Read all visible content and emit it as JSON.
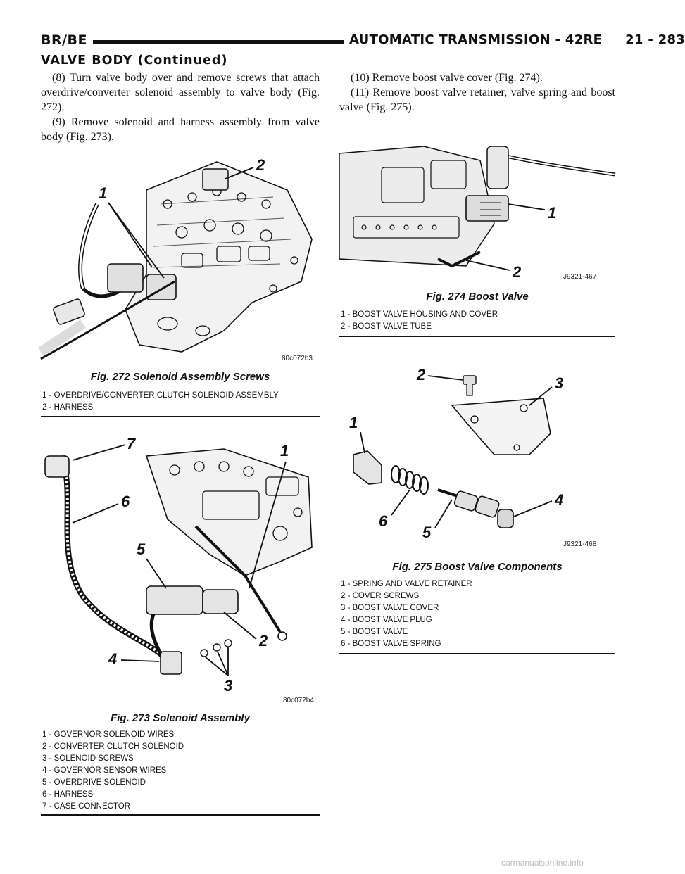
{
  "header": {
    "left": "BR/BE",
    "right": "AUTOMATIC TRANSMISSION - 42RE     21 - 283"
  },
  "section_title": "VALVE BODY (Continued)",
  "left_paragraphs": [
    "(8) Turn valve body over and remove screws that attach overdrive/converter solenoid assembly to valve body (Fig. 272).",
    "(9) Remove solenoid and harness assembly from valve body (Fig. 273)."
  ],
  "right_paragraphs": [
    "(10) Remove boost valve cover (Fig. 274).",
    "(11) Remove boost valve retainer, valve spring and boost valve (Fig. 275)."
  ],
  "fig272": {
    "caption": "Fig. 272 Solenoid Assembly Screws",
    "code": "80c072b3",
    "callouts": [
      "1",
      "2"
    ],
    "legend": [
      "1 - OVERDRIVE/CONVERTER CLUTCH SOLENOID ASSEMBLY",
      "2 - HARNESS"
    ]
  },
  "fig273": {
    "caption": "Fig. 273 Solenoid Assembly",
    "code": "80c072b4",
    "callouts": [
      "1",
      "2",
      "3",
      "4",
      "5",
      "6",
      "7"
    ],
    "legend": [
      "1 - GOVERNOR SOLENOID WIRES",
      "2 - CONVERTER CLUTCH SOLENOID",
      "3 - SOLENOID SCREWS",
      "4 - GOVERNOR SENSOR WIRES",
      "5 - OVERDRIVE SOLENOID",
      "6 - HARNESS",
      "7 - CASE CONNECTOR"
    ]
  },
  "fig274": {
    "caption": "Fig. 274 Boost Valve",
    "code": "J9321-467",
    "callouts": [
      "1",
      "2"
    ],
    "legend": [
      "1 - BOOST VALVE HOUSING AND COVER",
      "2 - BOOST VALVE TUBE"
    ]
  },
  "fig275": {
    "caption": "Fig. 275 Boost Valve Components",
    "code": "J9321-468",
    "callouts": [
      "1",
      "2",
      "3",
      "4",
      "5",
      "6"
    ],
    "legend": [
      "1 - SPRING AND VALVE RETAINER",
      "2 - COVER SCREWS",
      "3 - BOOST VALVE COVER",
      "4 - BOOST VALVE PLUG",
      "5 - BOOST VALVE",
      "6 - BOOST VALVE SPRING"
    ]
  },
  "watermark": "carmanualsonline.info"
}
